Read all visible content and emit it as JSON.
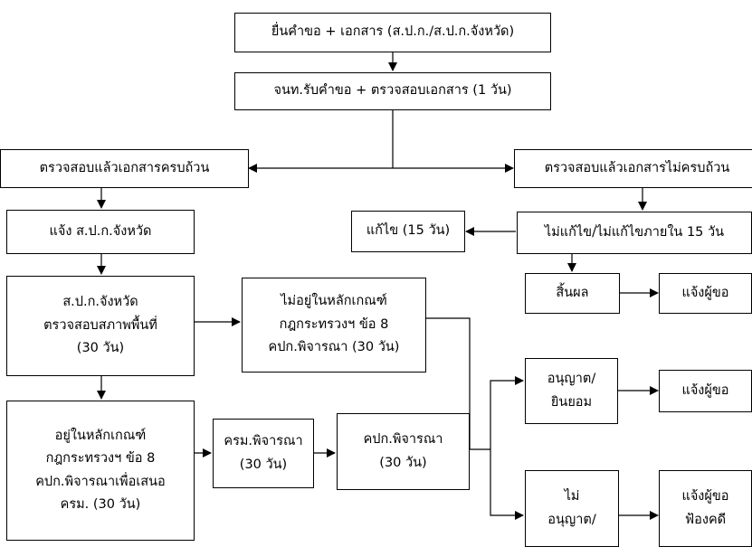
{
  "boxes": {
    "submit": {
      "lines": [
        "ยื่นคำขอ + เอกสาร (ส.ป.ก./ส.ป.ก.จังหวัด)"
      ]
    },
    "receive": {
      "lines": [
        "จนท.รับคำขอ + ตรวจสอบเอกสาร (1 วัน)"
      ]
    },
    "complete": {
      "lines": [
        "ตรวจสอบแล้วเอกสารครบถ้วน"
      ]
    },
    "incomplete": {
      "lines": [
        "ตรวจสอบแล้วเอกสารไม่ครบถ้วน"
      ]
    },
    "notify_province": {
      "lines": [
        "แจ้ง ส.ป.ก.จังหวัด"
      ]
    },
    "fix": {
      "lines": [
        "แก้ไข (15 วัน)"
      ]
    },
    "not_fixed": {
      "lines": [
        "ไม่แก้ไข/ไม่แก้ไขภายใน 15 วัน"
      ]
    },
    "void": {
      "lines": [
        "สิ้นผล"
      ]
    },
    "notify_applicant_1": {
      "lines": [
        "แจ้งผู้ขอ"
      ]
    },
    "inspect_area": {
      "lines": [
        "ส.ป.ก.จังหวัด",
        "ตรวจสอบสภาพพื้นที่",
        "(30 วัน)"
      ]
    },
    "not_in_criteria": {
      "lines": [
        "ไม่อยู่ในหลักเกณฑ์",
        "กฎกระทรวงฯ ข้อ 8",
        "คปก.พิจารณา (30 วัน)"
      ]
    },
    "approve": {
      "lines": [
        "อนุญาต/",
        "ยินยอม"
      ]
    },
    "notify_applicant_2": {
      "lines": [
        "แจ้งผู้ขอ"
      ]
    },
    "in_criteria": {
      "lines": [
        "อยู่ในหลักเกณฑ์",
        "กฎกระทรวงฯ ข้อ 8",
        "คปก.พิจารณาเพื่อเสนอ",
        "ครม. (30 วัน)"
      ]
    },
    "cabinet": {
      "lines": [
        "ครม.พิจารณา",
        "(30 วัน)"
      ]
    },
    "committee": {
      "lines": [
        "คปก.พิจารณา",
        "(30 วัน)"
      ]
    },
    "reject": {
      "lines": [
        "ไม่",
        "อนุญาต/"
      ]
    },
    "notify_sue": {
      "lines": [
        "แจ้งผู้ขอ",
        "ฟ้องคดี"
      ]
    }
  },
  "colors": {
    "line": "#000000",
    "box_border": "#000000",
    "background": "#ffffff"
  }
}
